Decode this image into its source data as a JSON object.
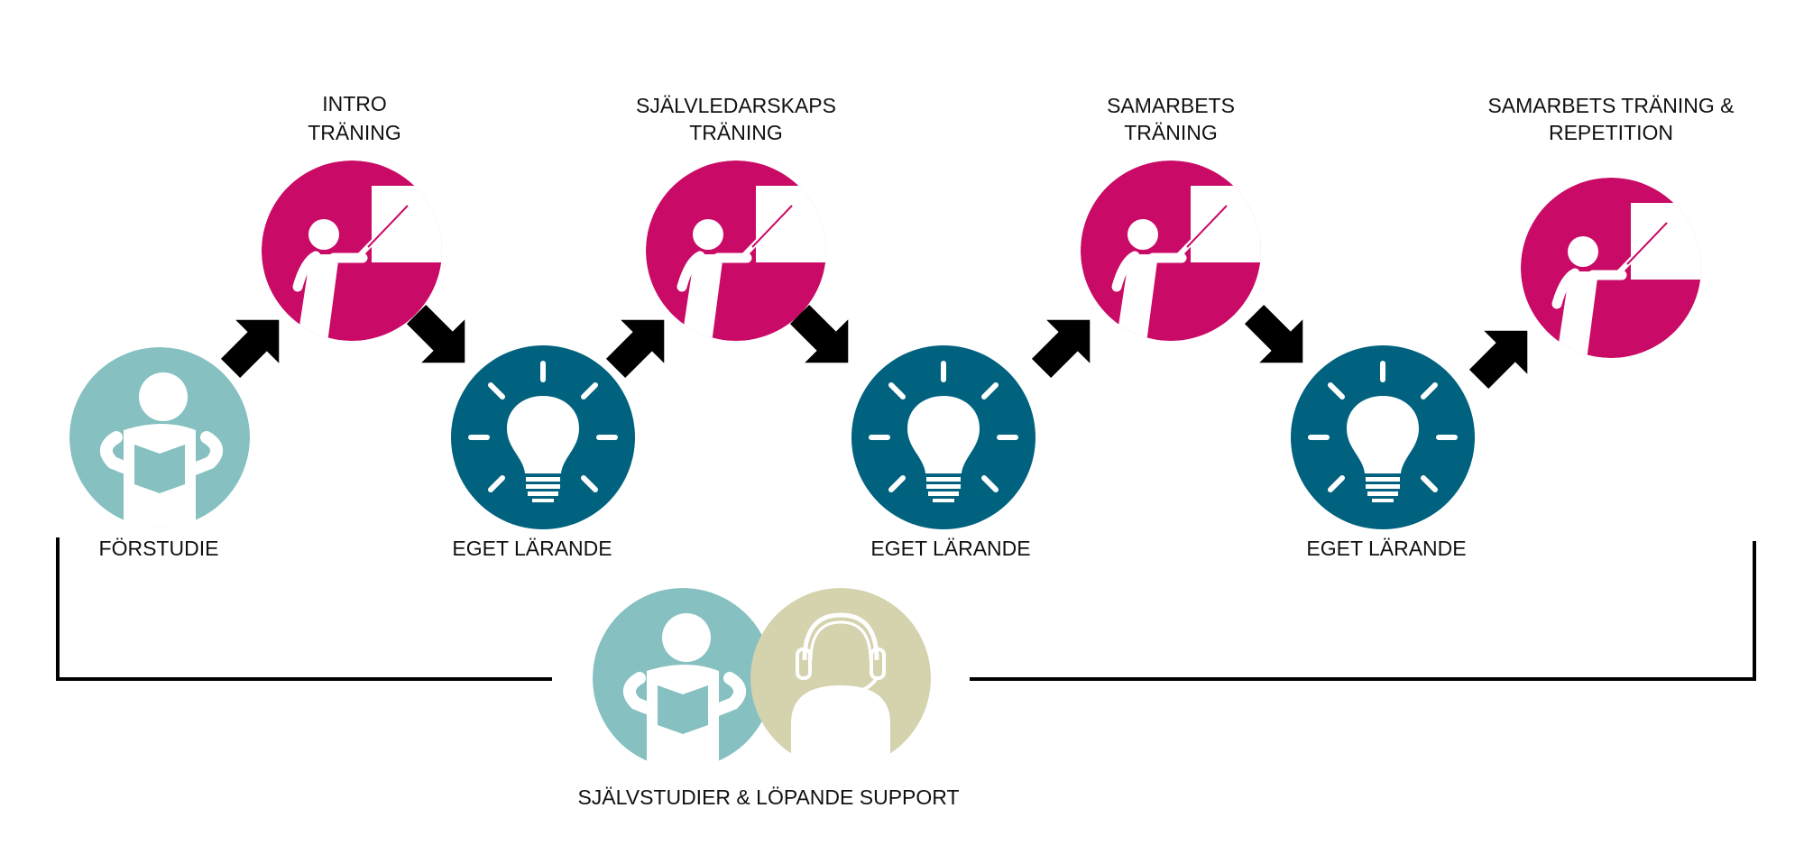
{
  "colors": {
    "training": "#c90a66",
    "own_learning": "#00627e",
    "pre_study": "#86c0c1",
    "support": "#d5d2ae",
    "arrow": "#000000"
  },
  "steps": [
    {
      "label": [
        "FÖRSTUDIE"
      ],
      "icon": "reading-person-icon"
    },
    {
      "label": [
        "INTRO",
        "TRÄNING"
      ],
      "icon": "teacher-pointer-icon"
    },
    {
      "label": [
        "EGET LÄRANDE"
      ],
      "icon": "lightbulb-icon"
    },
    {
      "label": [
        "SJÄLVLEDARSKAPS",
        "TRÄNING"
      ],
      "icon": "teacher-pointer-icon"
    },
    {
      "label": [
        "EGET LÄRANDE"
      ],
      "icon": "lightbulb-icon"
    },
    {
      "label": [
        "SAMARBETS",
        "TRÄNING"
      ],
      "icon": "teacher-pointer-icon"
    },
    {
      "label": [
        "EGET LÄRANDE"
      ],
      "icon": "lightbulb-icon"
    },
    {
      "label": [
        "SAMARBETS TRÄNING &",
        "REPETITION"
      ],
      "icon": "teacher-pointer-icon"
    }
  ],
  "support": {
    "label": "SJÄLVSTUDIER & LÖPANDE SUPPORT",
    "icons": [
      "reading-person-icon",
      "headset-person-icon"
    ]
  }
}
